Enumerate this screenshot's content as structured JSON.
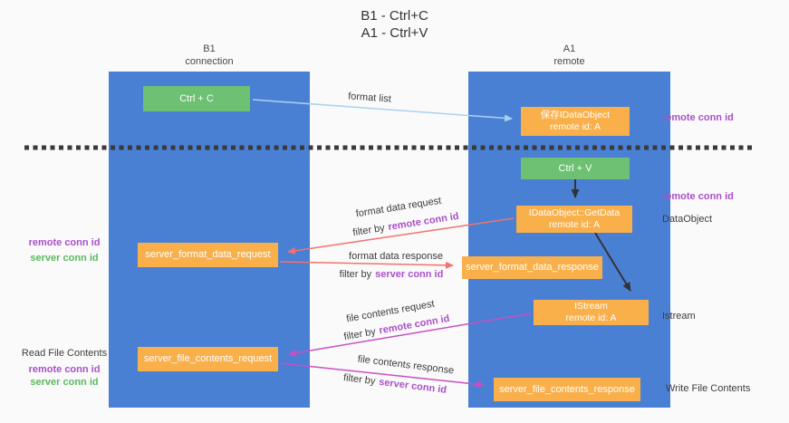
{
  "title": {
    "line1": "B1 - Ctrl+C",
    "line2": "A1 - Ctrl+V"
  },
  "lifelines": {
    "left": {
      "name": "B1",
      "role": "connection"
    },
    "right": {
      "name": "A1",
      "role": "remote"
    }
  },
  "nodes": {
    "ctrl_c": {
      "label": "Ctrl + C"
    },
    "ctrl_v": {
      "label": "Ctrl + V"
    },
    "save_idataobject": {
      "line1": "保存IDataObject",
      "line2": "remote id: A"
    },
    "getdata": {
      "line1": "IDataObject::GetData",
      "line2": "remote id: A"
    },
    "istream": {
      "line1": "IStream",
      "line2": "remote id: A"
    },
    "format_request": {
      "label": "server_format_data_request"
    },
    "format_response": {
      "label": "server_format_data_response"
    },
    "file_request": {
      "label": "server_file_contents_request"
    },
    "file_response": {
      "label": "server_file_contents_response"
    }
  },
  "edge_labels": {
    "format_list": "format list",
    "format_data_request": "format data request",
    "format_data_response": "format data response",
    "file_contents_request": "file contents request",
    "file_contents_response": "file contents response",
    "filter_by": "filter by",
    "remote_conn_id": "remote conn id",
    "server_conn_id": "server conn id"
  },
  "side_labels": {
    "remote_conn_id": "remote conn id",
    "server_conn_id": "server conn id",
    "dataobject": "DataObject",
    "istream": "Istream",
    "read_file_contents": "Read File Contents",
    "write_file_contents": "Write File Contents"
  },
  "colors": {
    "lifeline_blue": "#4a80d4",
    "action_green": "#6ec072",
    "message_orange": "#f9b04a",
    "request_red": "#f0736f",
    "contents_magenta": "#c94fc3",
    "format_list_blue": "#a8d2f0",
    "separator_dark": "#3a3a3a",
    "remote_conn_purple": "#aa50c8",
    "server_conn_green": "#5ab95f"
  }
}
